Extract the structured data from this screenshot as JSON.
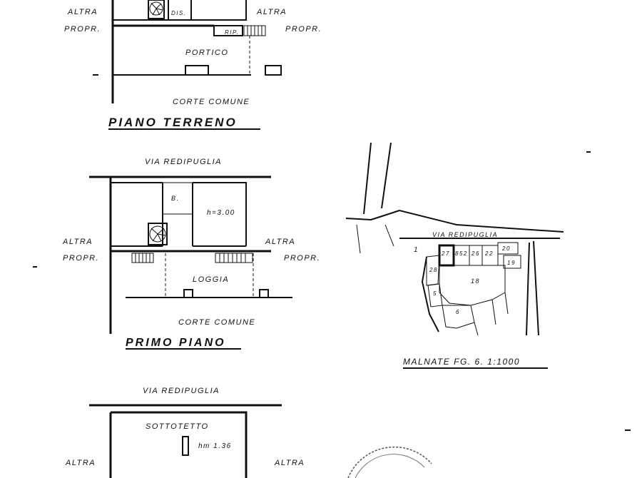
{
  "ground_floor": {
    "label_altra_left": "ALTRA",
    "label_prop_left": "PROPR.",
    "label_altra_right": "ALTRA",
    "label_prop_right": "PROPR.",
    "label_dis": "DIS.",
    "label_rip": "RIP.",
    "label_portico": "PORTICO",
    "label_corte": "CORTE COMUNE",
    "title": "PIANO TERRENO"
  },
  "first_floor": {
    "label_street": "VIA REDIPUGLIA",
    "label_altra_left": "ALTRA",
    "label_prop_left": "PROPR.",
    "label_altra_right": "ALTRA",
    "label_prop_right": "PROPR.",
    "label_b": "B.",
    "label_height": "h=3.00",
    "label_loggia": "LOGGIA",
    "label_corte": "CORTE COMUNE",
    "title": "PRIMO PIANO"
  },
  "attic": {
    "label_street": "VIA REDIPUGLIA",
    "label_sottotetto": "SOTTOTETTO",
    "label_height": "hm 1.36",
    "label_altra_left": "ALTRA",
    "label_altra_right": "ALTRA"
  },
  "cadastral_map": {
    "label_street": "VIA REDIPUGLIA",
    "parcels": [
      "1",
      "27",
      "852",
      "26",
      "22",
      "20",
      "19",
      "28",
      "18",
      "5",
      "6"
    ],
    "caption": "MALNATE FG. 6. 1:1000"
  }
}
